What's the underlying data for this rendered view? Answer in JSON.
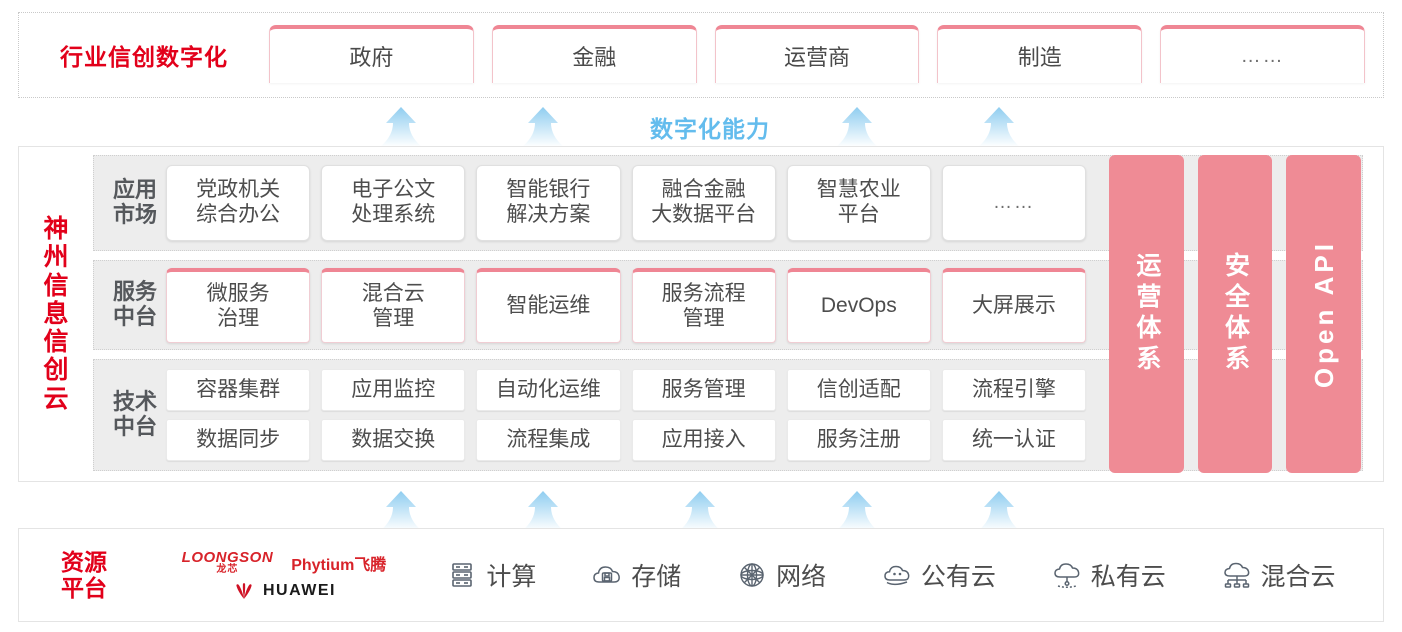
{
  "industry": {
    "title": "行业信创数字化",
    "tabs": [
      {
        "label": "政府"
      },
      {
        "label": "金融"
      },
      {
        "label": "运营商"
      },
      {
        "label": "制造"
      },
      {
        "label": "……"
      }
    ]
  },
  "capability_label": "数字化能力",
  "cloud": {
    "title_chars": [
      "神",
      "州",
      "信",
      "息",
      "信",
      "创",
      "云"
    ],
    "rows": [
      {
        "label_lines": [
          "应用",
          "市场"
        ],
        "cards": [
          {
            "lines": [
              "党政机关",
              "综合办公"
            ]
          },
          {
            "lines": [
              "电子公文",
              "处理系统"
            ]
          },
          {
            "lines": [
              "智能银行",
              "解决方案"
            ]
          },
          {
            "lines": [
              "融合金融",
              "大数据平台"
            ]
          },
          {
            "lines": [
              "智慧农业",
              "平台"
            ]
          },
          {
            "lines": [
              "……"
            ]
          }
        ]
      },
      {
        "label_lines": [
          "服务",
          "中台"
        ],
        "cards": [
          {
            "lines": [
              "微服务",
              "治理"
            ]
          },
          {
            "lines": [
              "混合云",
              "管理"
            ]
          },
          {
            "lines": [
              "智能运维"
            ]
          },
          {
            "lines": [
              "服务流程",
              "管理"
            ]
          },
          {
            "lines": [
              "DevOps"
            ]
          },
          {
            "lines": [
              "大屏展示"
            ]
          }
        ]
      },
      {
        "label_lines": [
          "技术",
          "中台"
        ],
        "line1": [
          "容器集群",
          "应用监控",
          "自动化运维",
          "服务管理",
          "信创适配",
          "流程引擎"
        ],
        "line2": [
          "数据同步",
          "数据交换",
          "流程集成",
          "应用接入",
          "服务注册",
          "统一认证"
        ]
      }
    ],
    "pillars": [
      {
        "label": "运营体系",
        "orientation": "upright"
      },
      {
        "label": "安全体系",
        "orientation": "upright"
      },
      {
        "label": "Open API",
        "orientation": "lateral"
      }
    ]
  },
  "resource": {
    "title_lines": [
      "资源",
      "平台"
    ],
    "vendors": [
      {
        "name": "LOONGSON",
        "cn": "龙芯"
      },
      {
        "name": "Phytium飞腾"
      },
      {
        "name": "HUAWEI"
      }
    ],
    "items": [
      {
        "label": "计算",
        "icon": "server-icon"
      },
      {
        "label": "存储",
        "icon": "storage-cloud-icon"
      },
      {
        "label": "网络",
        "icon": "network-icon"
      },
      {
        "label": "公有云",
        "icon": "public-cloud-icon"
      },
      {
        "label": "私有云",
        "icon": "private-cloud-icon"
      },
      {
        "label": "混合云",
        "icon": "hybrid-cloud-icon"
      }
    ]
  },
  "arrows": {
    "top_count": 4,
    "bottom_count": 5
  },
  "colors": {
    "brand_red": "#e2001a",
    "pink": "#ef8b95",
    "card_top_border": "#ef8694",
    "arrow_blue": "#9ed3f0",
    "capability_blue": "#63bced",
    "row_bg": "#ededed"
  }
}
